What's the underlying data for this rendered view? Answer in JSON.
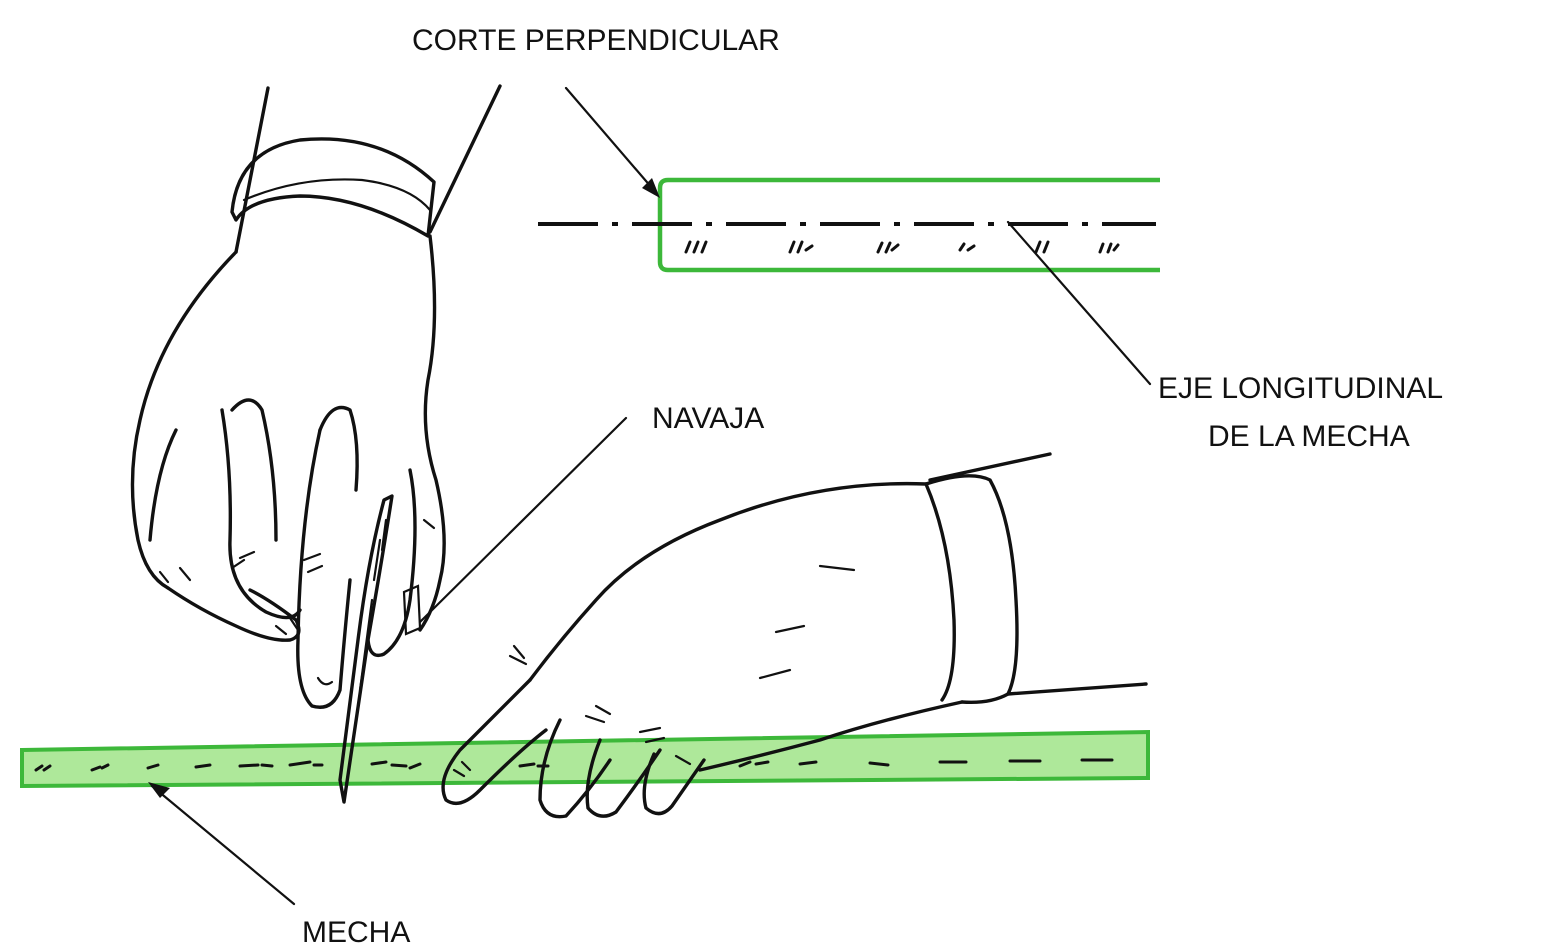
{
  "labels": {
    "corte": "CORTE PERPENDICULAR",
    "navaja": "NAVAJA",
    "eje_line1": "EJE LONGITUDINAL",
    "eje_line2": "DE LA MECHA",
    "mecha": "MECHA"
  },
  "colors": {
    "wick_fill": "#aee89a",
    "wick_border": "#3db83a",
    "ink": "#111111",
    "background": "#ffffff"
  }
}
